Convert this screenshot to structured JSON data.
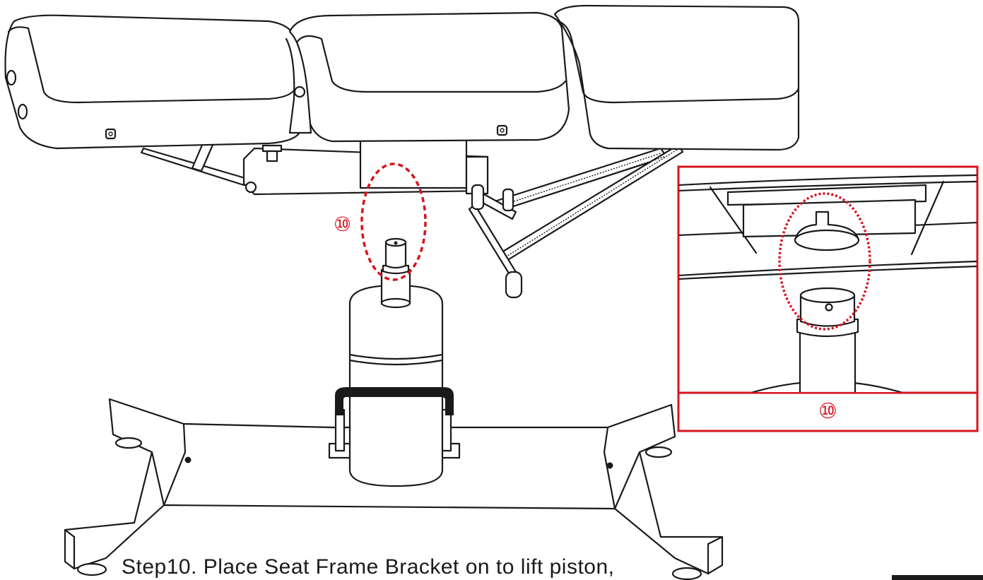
{
  "callout": {
    "main_marker": "⑩",
    "inset_marker": "⑩"
  },
  "caption": {
    "text": "Step10. Place Seat Frame Bracket on to lift piston,"
  },
  "colors": {
    "callout_red": "#d7141e",
    "line": "#1a1a1a"
  }
}
